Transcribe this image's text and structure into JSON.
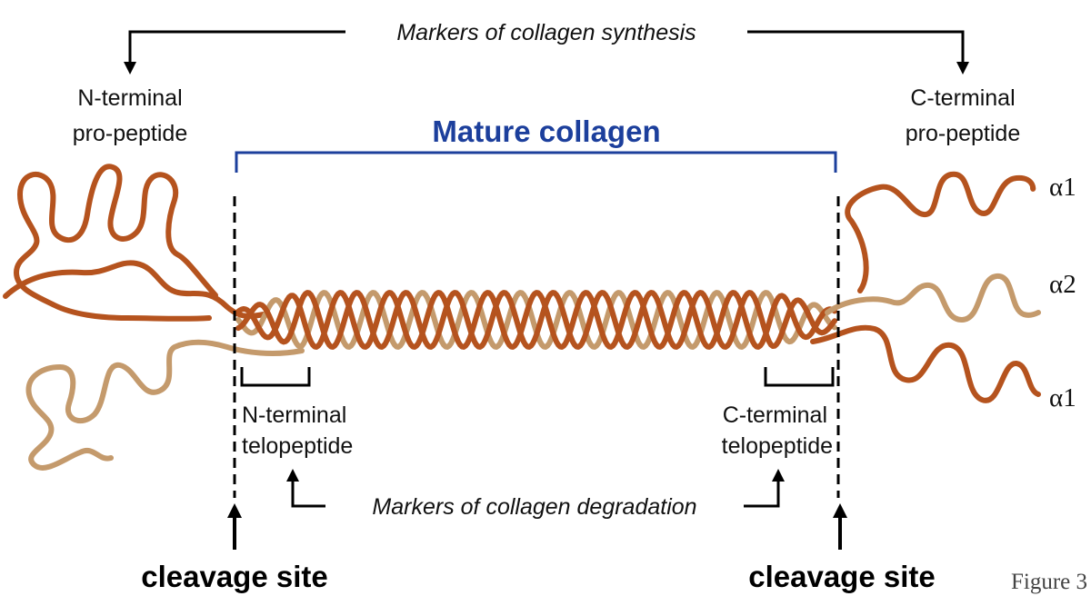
{
  "synthesis_label": "Markers of collagen synthesis",
  "degradation_label": "Markers of collagen degradation",
  "mature_label": "Mature collagen",
  "n_propeptide": [
    "N-terminal",
    "pro-peptide"
  ],
  "c_propeptide": [
    "C-terminal",
    "pro-peptide"
  ],
  "n_telopeptide": [
    "N-terminal",
    "telopeptide"
  ],
  "c_telopeptide": [
    "C-terminal",
    "telopeptide"
  ],
  "cleavage_left": "cleavage site",
  "cleavage_right": "cleavage site",
  "alpha_labels": [
    "α1",
    "α2",
    "α1"
  ],
  "figure_label": "Figure 3",
  "colors": {
    "alpha1_strand": "#B5531E",
    "alpha2_strand": "#C49A6C",
    "mature_bracket": "#1C3F9C",
    "lines": "#000000"
  }
}
